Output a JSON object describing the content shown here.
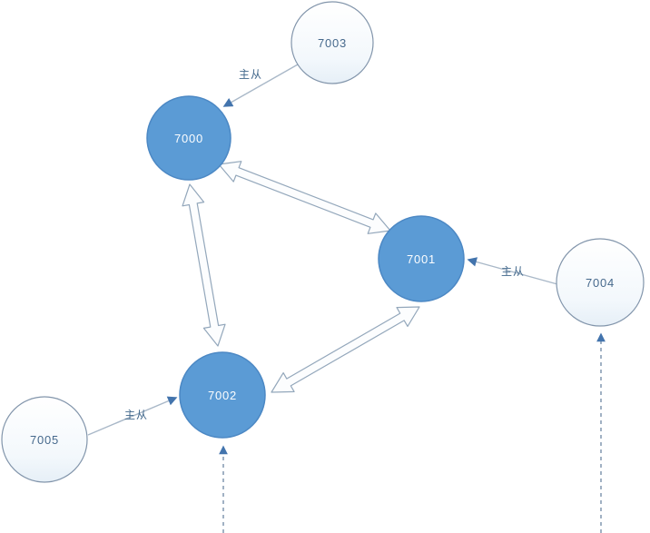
{
  "page": {
    "background": "#ffffff"
  },
  "diagram": {
    "type": "cluster-topology",
    "nodes": [
      {
        "id": "7000",
        "label": "7000",
        "role": "master"
      },
      {
        "id": "7001",
        "label": "7001",
        "role": "master"
      },
      {
        "id": "7002",
        "label": "7002",
        "role": "master"
      },
      {
        "id": "7003",
        "label": "7003",
        "role": "replica"
      },
      {
        "id": "7004",
        "label": "7004",
        "role": "replica"
      },
      {
        "id": "7005",
        "label": "7005",
        "role": "replica"
      }
    ],
    "master_slave_links": [
      {
        "from": "7003",
        "to": "7000",
        "label": "主从"
      },
      {
        "from": "7004",
        "to": "7001",
        "label": "主从"
      },
      {
        "from": "7005",
        "to": "7002",
        "label": "主从"
      }
    ],
    "replication_links": [
      {
        "between": [
          "7000",
          "7001"
        ],
        "style": "double-block-arrow"
      },
      {
        "between": [
          "7000",
          "7002"
        ],
        "style": "double-block-arrow"
      },
      {
        "between": [
          "7001",
          "7002"
        ],
        "style": "double-block-arrow"
      }
    ],
    "incoming_dashed_links": [
      {
        "to": "7002",
        "from_offscreen_bottom": true
      },
      {
        "to": "7004",
        "from_offscreen_bottom": true
      }
    ],
    "colors": {
      "master_fill": "#5b9bd5",
      "master_stroke": "#4c88c4",
      "master_text": "#fdfeff",
      "replica_fill_top": "#ffffff",
      "replica_fill_bottom": "#e6eff7",
      "replica_stroke": "#8295ab",
      "replica_text": "#46698c",
      "link_line": "#a9b8c8",
      "link_label_text": "#42688c",
      "arrowhead": "#4374ad",
      "block_arrow_stroke": "#93a7bb",
      "block_arrow_fill": "#fcfdfe",
      "dashed_line": "#6e87a3"
    }
  }
}
